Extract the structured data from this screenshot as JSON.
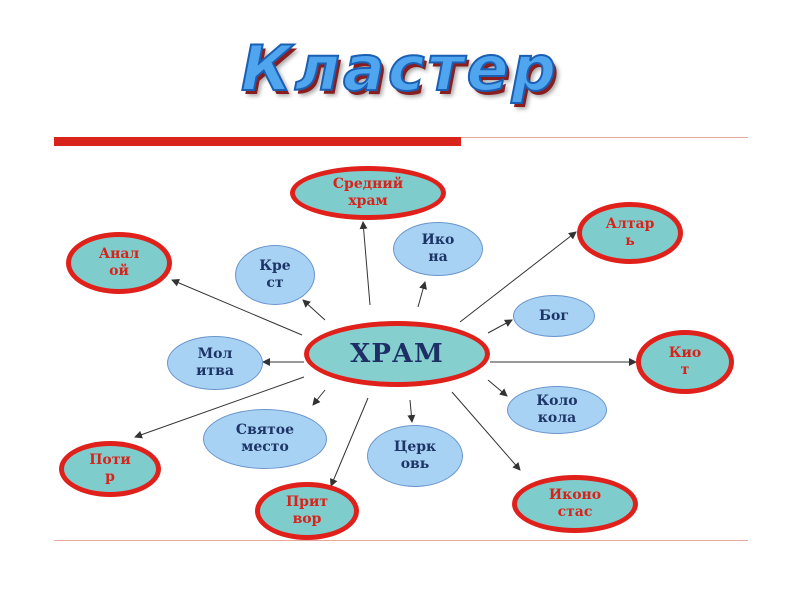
{
  "title": "Кластер",
  "center": "ХРАМ",
  "nodes": {
    "sredniy": "Средний\nхрам",
    "altar": "Алтар\nь",
    "analoy": "Анал\nой",
    "krest": "Кре\nст",
    "ikona": "Ико\nна",
    "bog": "Бог",
    "kiot": "Кио\nт",
    "molitva": "Мол\nитва",
    "kolokola": "Коло\nкола",
    "svyatoe": "Святое\nместо",
    "tserkov": "Церк\nовь",
    "potir": "Поти\nр",
    "pritvor": "Прит\nвор",
    "ikonostas": "Иконо\nстас"
  },
  "colors": {
    "title_fill": "#4fa6ee",
    "title_stroke": "#1a5fb4",
    "accent_red": "#d9241b",
    "node_teal": "#7fcccc",
    "node_blue": "#a8d2f4"
  }
}
